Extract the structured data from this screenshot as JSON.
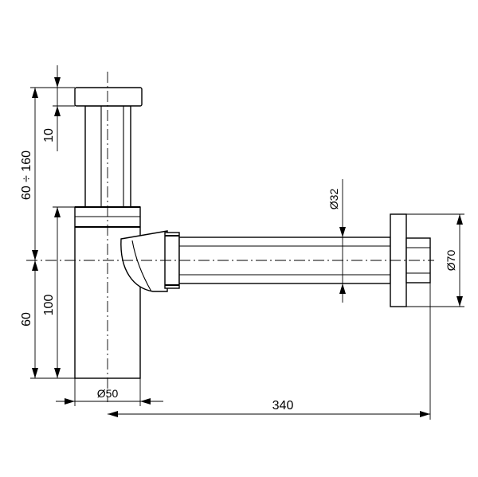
{
  "dimensions": {
    "adjust_range": "60 ÷ 160",
    "cap_thickness": "10",
    "body_height": "100",
    "outlet_height": "60",
    "body_diameter": "Ø50",
    "pipe_diameter": "Ø32",
    "flange_diameter": "Ø70",
    "overall_length": "340"
  }
}
